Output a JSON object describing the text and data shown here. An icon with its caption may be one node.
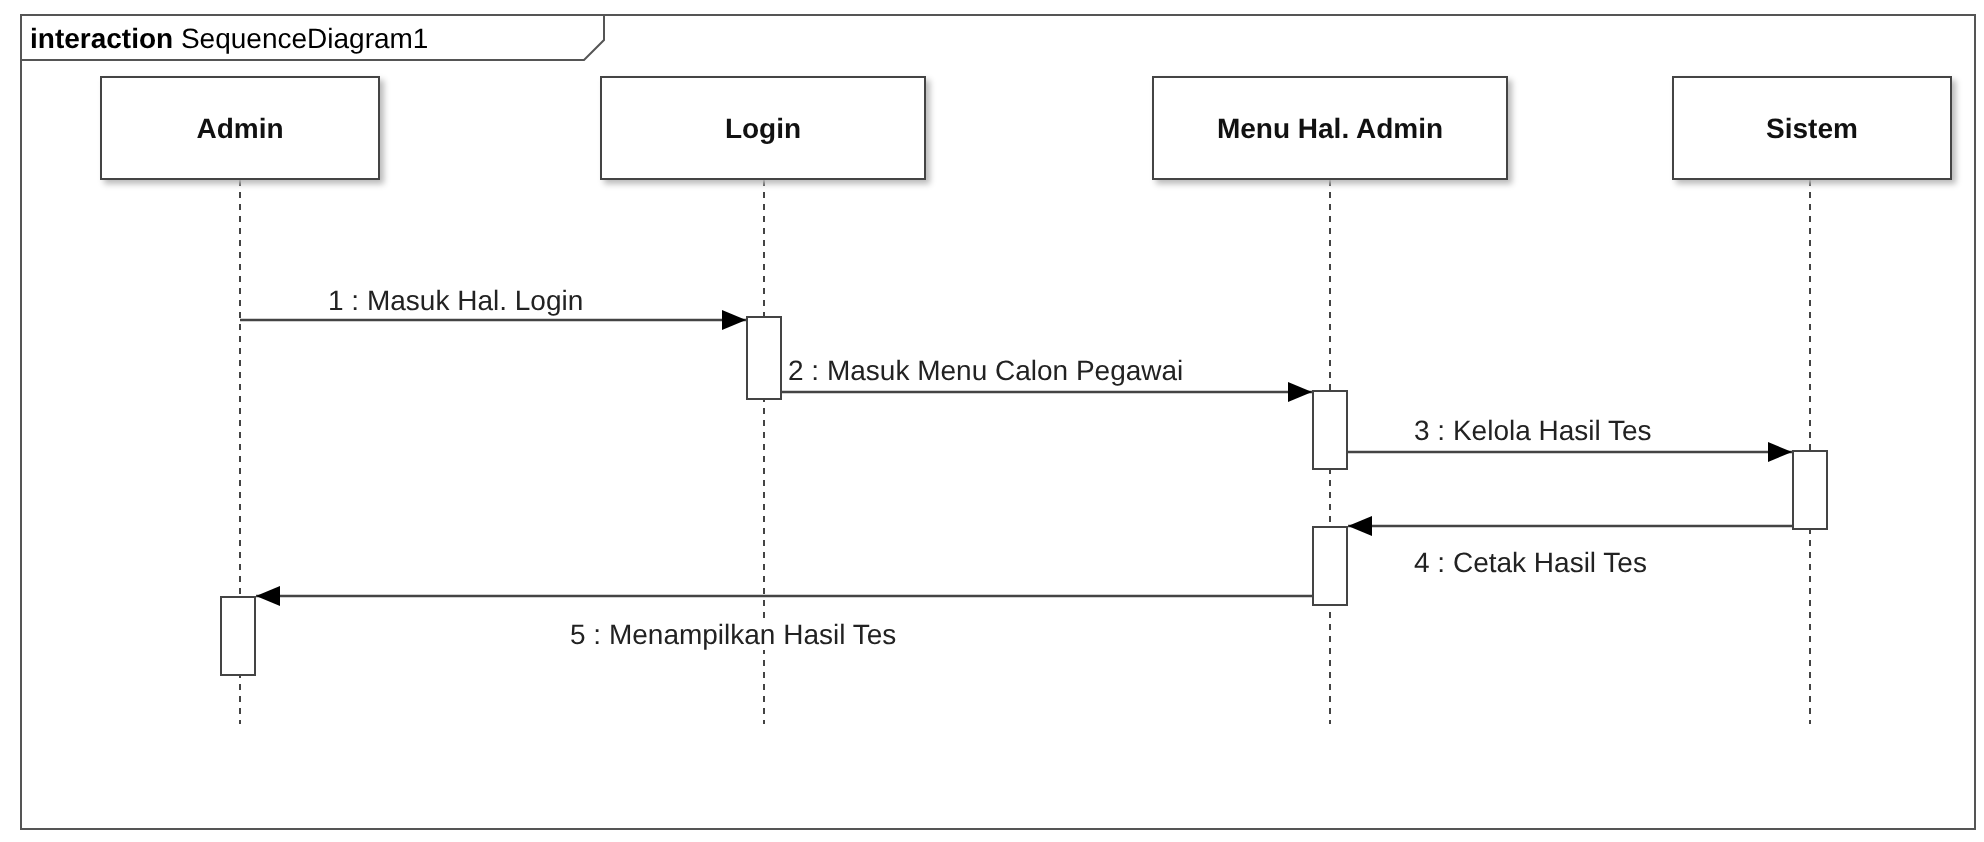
{
  "diagram": {
    "nodes": [
      {
        "text": [
          "**interaction** SequenceDiagram1"
        ]
      },
      {
        "text": [
          "Admin"
        ],
        "in": 0
      },
      {
        "text": [
          "Login"
        ],
        "in": 0
      },
      {
        "text": [
          "Menu Hal. Admin"
        ],
        "in": 0
      },
      {
        "text": [
          "Sistem"
        ],
        "in": 0
      },
      {
        "text": [],
        "shape": "bar",
        "in": 0
      },
      {
        "text": [],
        "shape": "bar",
        "in": 0
      },
      {
        "text": [],
        "shape": "bar",
        "in": 0
      },
      {
        "text": [],
        "shape": "bar",
        "in": 0
      },
      {
        "text": [],
        "shape": "bar",
        "in": 0
      }
    ],
    "edges": [
      {
        "from": null,
        "to": 5,
        "arrow": "to",
        "label": "1 : Masuk Hal. Login"
      },
      {
        "from": 5,
        "to": 6,
        "arrow": "to",
        "label": "2 : Masuk Menu Calon Pegawai"
      },
      {
        "from": 6,
        "to": 7,
        "arrow": "to",
        "label": "3 : Kelola Hasil Tes"
      },
      {
        "from": 7,
        "to": 8,
        "arrow": "to",
        "label": "4 : Cetak Hasil Tes"
      },
      {
        "from": 8,
        "to": 9,
        "arrow": "to",
        "label": "5 : Menampilkan Hasil Tes"
      }
    ]
  }
}
